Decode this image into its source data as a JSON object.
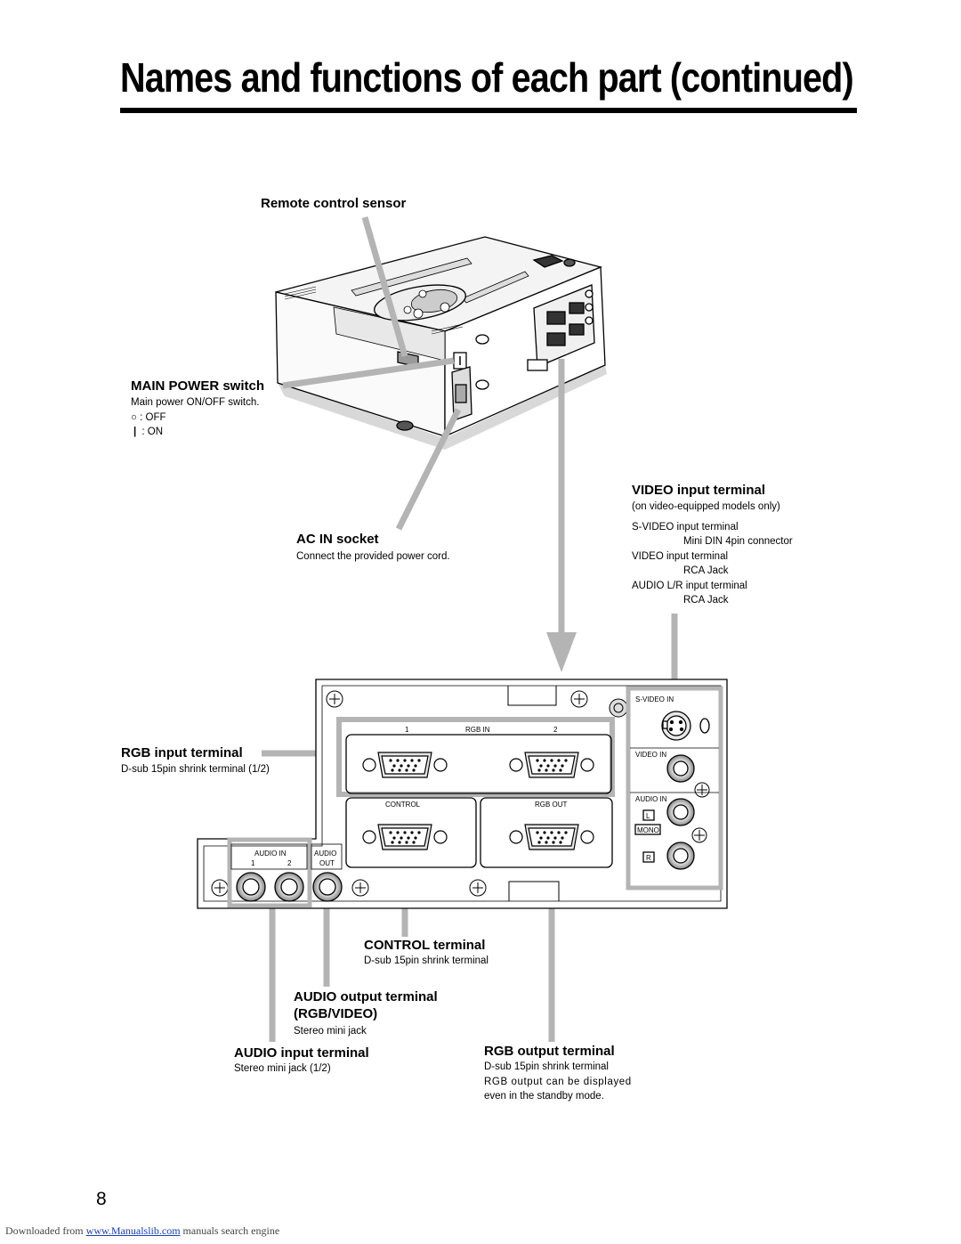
{
  "page": {
    "title": "Names and functions of each part (continued)",
    "number": "8"
  },
  "labels": {
    "remote_sensor": "Remote control sensor",
    "main_power": {
      "title": "MAIN POWER switch",
      "desc": "Main power ON/OFF switch.",
      "off_symbol": "○",
      "off": ": OFF",
      "on_symbol": "|",
      "on": ": ON"
    },
    "ac_in": {
      "title": "AC IN socket",
      "desc": "Connect the provided power cord."
    },
    "video_input": {
      "title": "VIDEO input terminal",
      "note": "(on video-equipped models only)",
      "items": [
        {
          "name": "S-VIDEO input terminal",
          "type": "Mini DIN 4pin connector"
        },
        {
          "name": "VIDEO input terminal",
          "type": "RCA Jack"
        },
        {
          "name": "AUDIO L/R input terminal",
          "type": "RCA Jack"
        }
      ]
    },
    "rgb_input": {
      "title": "RGB input terminal",
      "desc": "D-sub 15pin shrink terminal (1/2)"
    },
    "control": {
      "title": "CONTROL terminal",
      "desc": "D-sub 15pin shrink terminal"
    },
    "audio_output": {
      "title_line1": "AUDIO output terminal",
      "title_line2": "(RGB/VIDEO)",
      "desc": "Stereo mini jack"
    },
    "audio_input": {
      "title": "AUDIO input terminal",
      "desc": "Stereo mini jack (1/2)"
    },
    "rgb_output": {
      "title": "RGB output terminal",
      "desc_line1": "D-sub 15pin shrink terminal",
      "desc_line2": "RGB output can be displayed",
      "desc_line3": "even in the standby mode."
    }
  },
  "panel": {
    "rgb_in_1": "1",
    "rgb_in": "RGB IN",
    "rgb_in_2": "2",
    "control": "CONTROL",
    "rgb_out": "RGB OUT",
    "svideo_in": "S-VIDEO IN",
    "video_in": "VIDEO IN",
    "audio_in_right": "AUDIO IN",
    "l": "L",
    "mono": "MONO",
    "r": "R",
    "audio_in_left": "AUDIO IN",
    "audio_in_1": "1",
    "audio_in_2": "2",
    "audio": "AUDIO",
    "out": "OUT"
  },
  "footer": {
    "prefix": "Downloaded from ",
    "link": "www.Manualslib.com",
    "suffix": " manuals search engine"
  },
  "colors": {
    "callout_gray": "#b4b4b4",
    "ink": "#000000",
    "link": "#1a3fb3"
  }
}
